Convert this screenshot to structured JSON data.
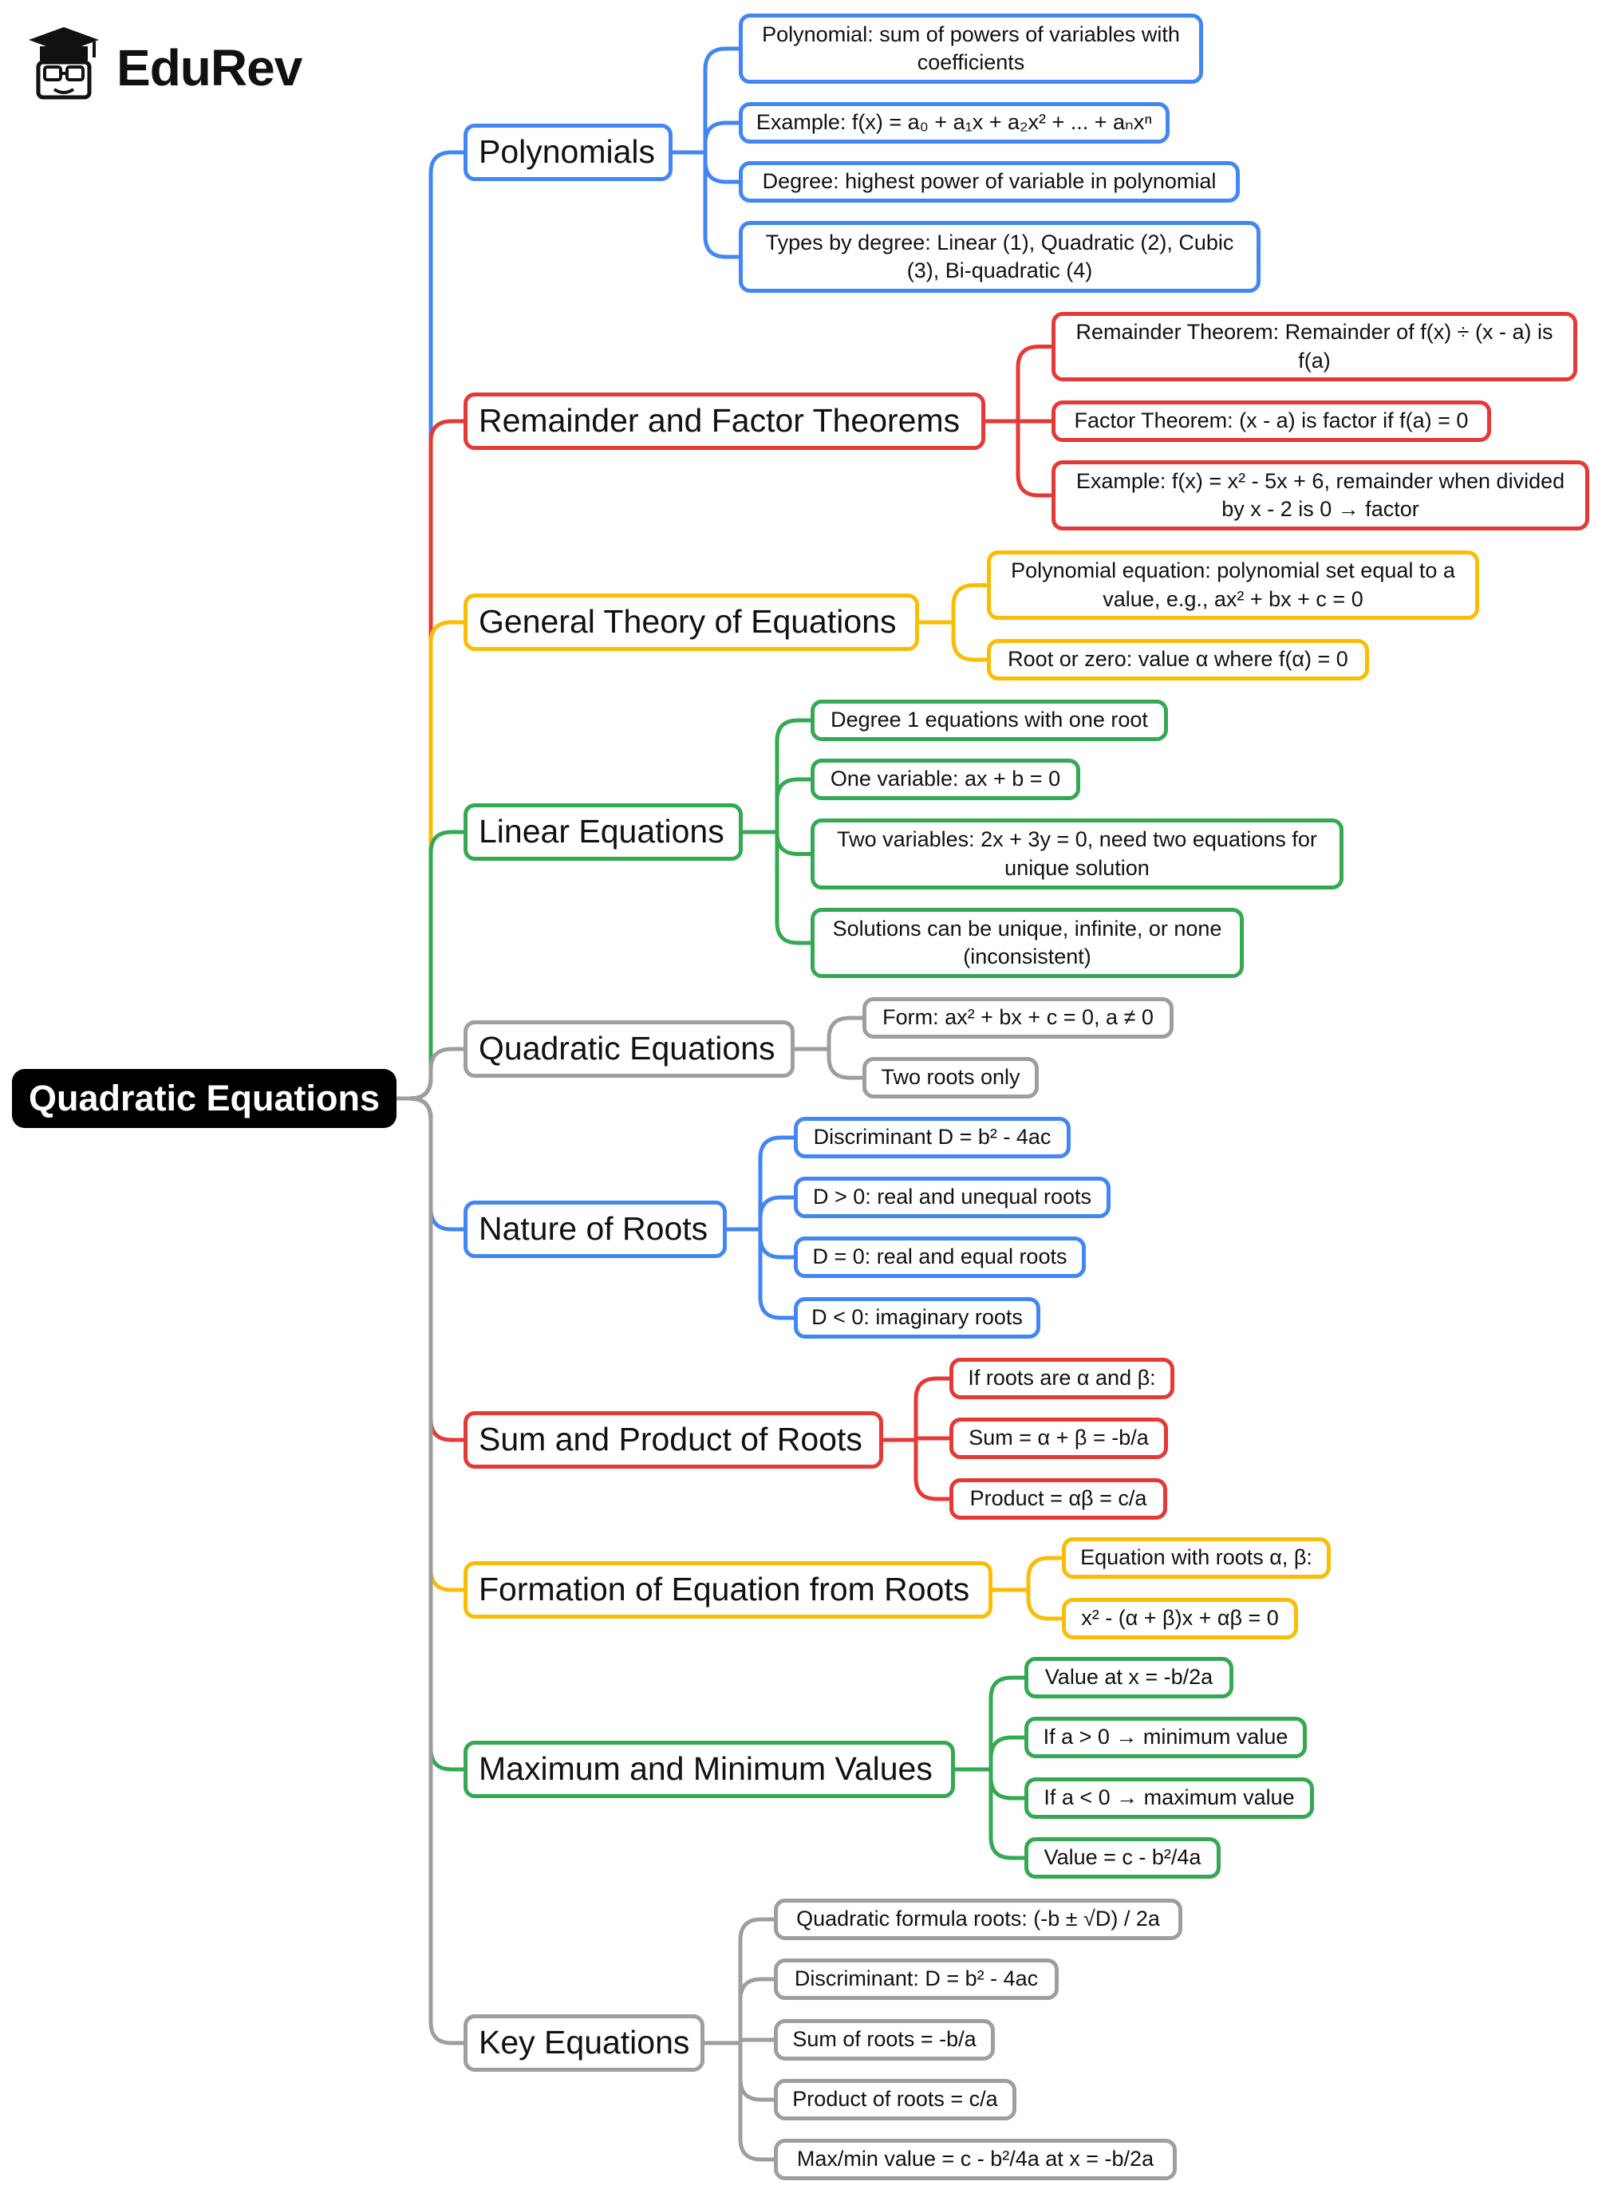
{
  "logo": {
    "name": "EduRev",
    "icon": "graduate-cap-logo-icon"
  },
  "root": {
    "label": "Quadratic Equations"
  },
  "colors": {
    "blue": "#4285f4",
    "red": "#e53935",
    "yellow": "#fbbc04",
    "green": "#34a853",
    "gray": "#9e9e9e",
    "root_bg": "#000000"
  },
  "branches": [
    {
      "label": "Polynomials",
      "color": "blue",
      "children": [
        "Polynomial: sum of powers of variables with coefficients",
        "Example: f(x) = a₀ + a₁x + a₂x² + ... + aₙxⁿ",
        "Degree: highest power of variable in polynomial",
        "Types by degree: Linear (1), Quadratic (2), Cubic (3), Bi-quadratic (4)"
      ]
    },
    {
      "label": "Remainder and Factor Theorems",
      "color": "red",
      "children": [
        "Remainder Theorem: Remainder of f(x) ÷ (x - a) is f(a)",
        "Factor Theorem: (x - a) is factor if f(a) = 0",
        "Example: f(x) = x² - 5x + 6, remainder when divided by x - 2 is 0 → factor"
      ]
    },
    {
      "label": "General Theory of Equations",
      "color": "yellow",
      "children": [
        "Polynomial equation: polynomial set equal to a value, e.g., ax² + bx + c = 0",
        "Root or zero: value α where f(α) = 0"
      ]
    },
    {
      "label": "Linear Equations",
      "color": "green",
      "children": [
        "Degree 1 equations with one root",
        "One variable: ax + b = 0",
        "Two variables: 2x + 3y = 0, need two equations for unique solution",
        "Solutions can be unique, infinite, or none (inconsistent)"
      ]
    },
    {
      "label": "Quadratic Equations",
      "color": "gray",
      "children": [
        "Form: ax² + bx + c = 0, a ≠ 0",
        "Two roots only"
      ]
    },
    {
      "label": "Nature of Roots",
      "color": "blue",
      "children": [
        "Discriminant D = b² - 4ac",
        "D > 0: real and unequal roots",
        "D = 0: real and equal roots",
        "D < 0: imaginary roots"
      ]
    },
    {
      "label": "Sum and Product of Roots",
      "color": "red",
      "children": [
        "If roots are α and β:",
        "Sum = α + β = -b/a",
        "Product = αβ = c/a"
      ]
    },
    {
      "label": "Formation of Equation from Roots",
      "color": "yellow",
      "children": [
        "Equation with roots α, β:",
        "x² - (α + β)x + αβ = 0"
      ]
    },
    {
      "label": "Maximum and Minimum Values",
      "color": "green",
      "children": [
        "Value at x = -b/2a",
        "If a > 0 → minimum value",
        "If a < 0 → maximum value",
        "Value = c - b²/4a"
      ]
    },
    {
      "label": "Key Equations",
      "color": "gray",
      "children": [
        "Quadratic formula roots: (-b ± √D) / 2a",
        "Discriminant: D = b² - 4ac",
        "Sum of roots = -b/a",
        "Product of roots = c/a",
        "Max/min value = c - b²/4a at x = -b/2a"
      ]
    }
  ]
}
